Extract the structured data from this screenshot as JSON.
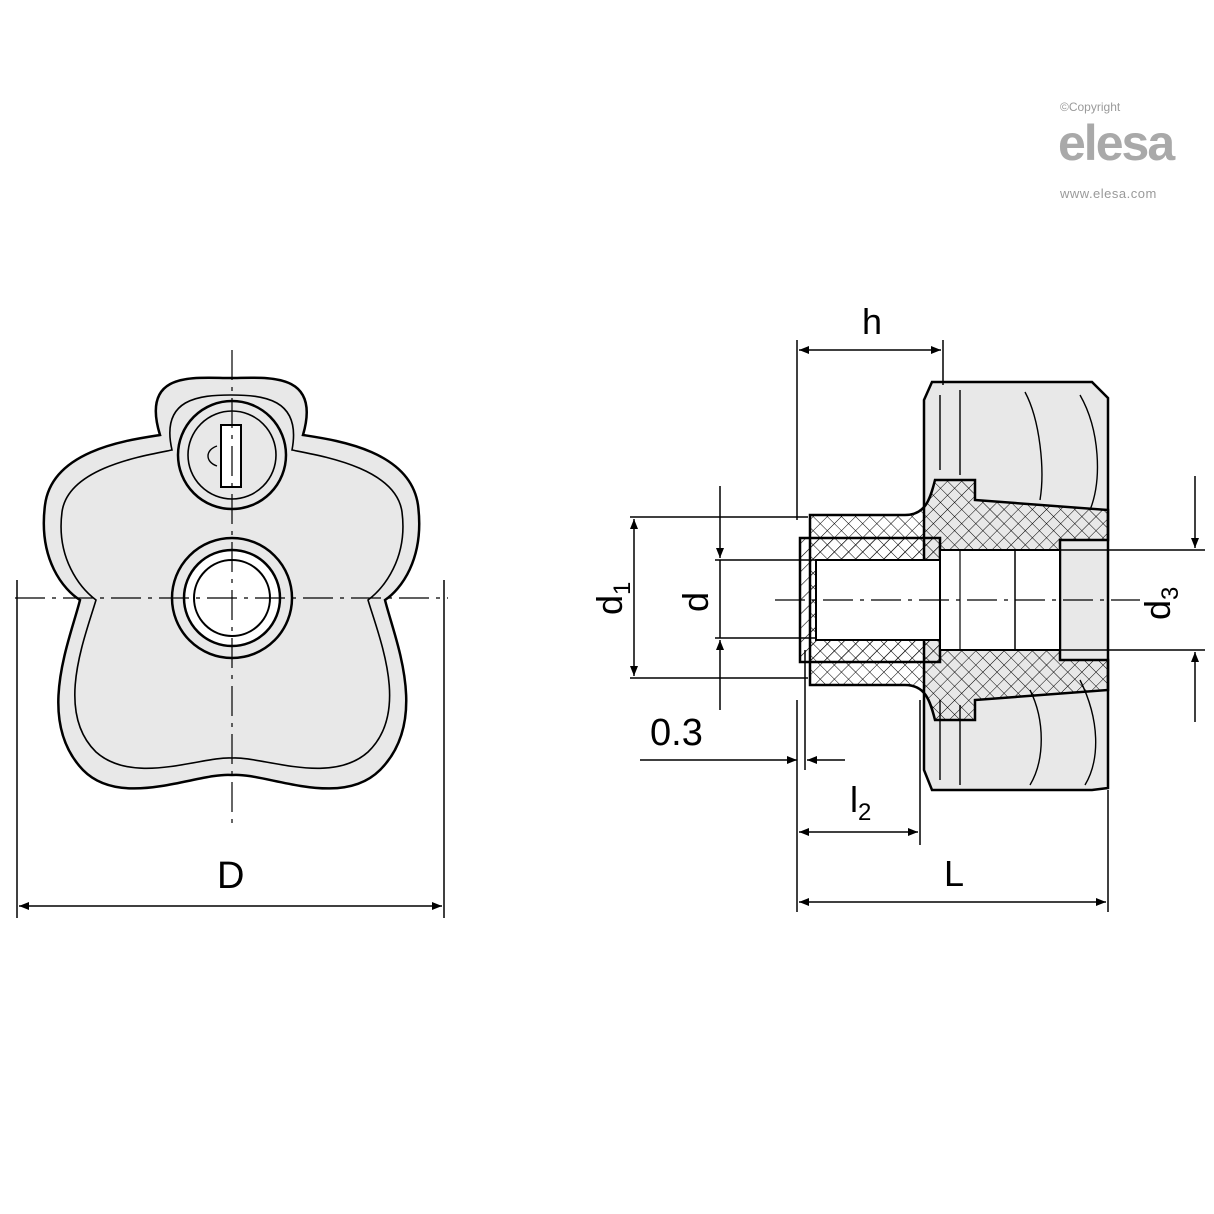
{
  "watermark": {
    "copyright": "©Copyright",
    "brand": "elesa",
    "url": "www.elesa.com"
  },
  "colors": {
    "line": "#000000",
    "fill": "#e8e8e8",
    "watermark": "#a9a9a9"
  },
  "dimensions": {
    "D": "D",
    "h": "h",
    "L": "L",
    "l2": "l",
    "l2_sub": "2",
    "d": "d",
    "d1": "d",
    "d1_sub": "1",
    "d3": "d",
    "d3_sub": "3",
    "offset": "0.3"
  }
}
